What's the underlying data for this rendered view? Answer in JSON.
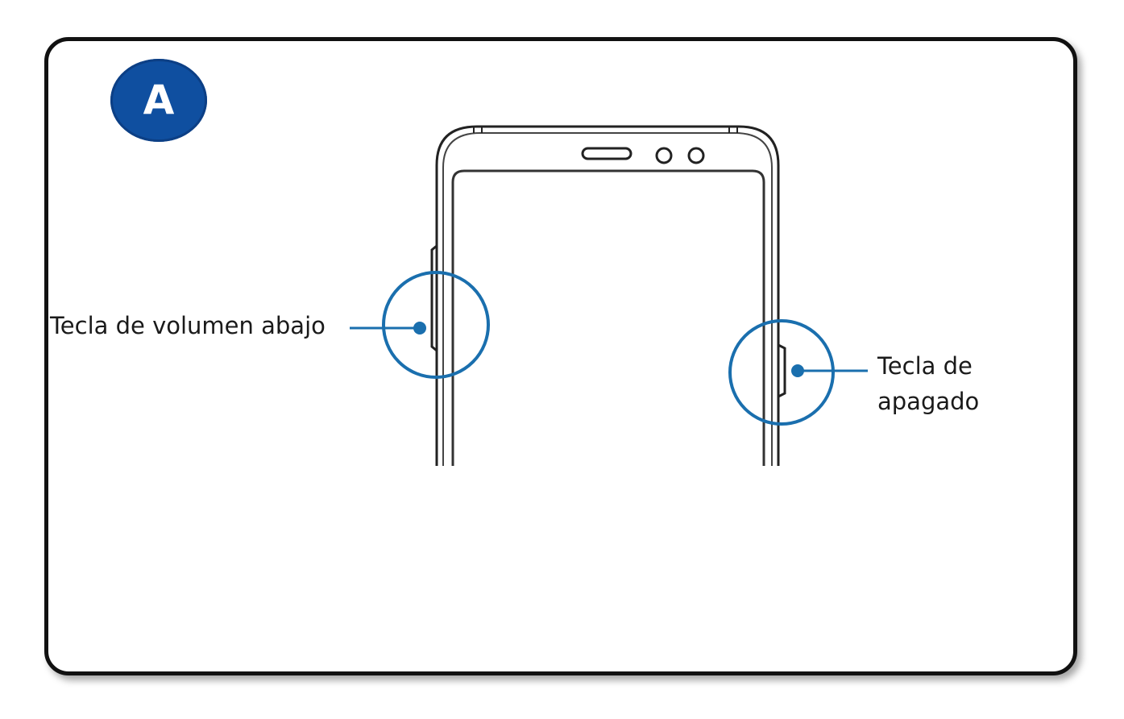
{
  "badge": {
    "letter": "A",
    "color": "#0f4fa0"
  },
  "callouts": {
    "volume_down": {
      "label": "Tecla de volumen abajo"
    },
    "power": {
      "label_line1": "Tecla de",
      "label_line2": "apagado"
    }
  },
  "colors": {
    "callout": "#1a6fae",
    "outline": "#222222",
    "card_border": "#111111"
  }
}
